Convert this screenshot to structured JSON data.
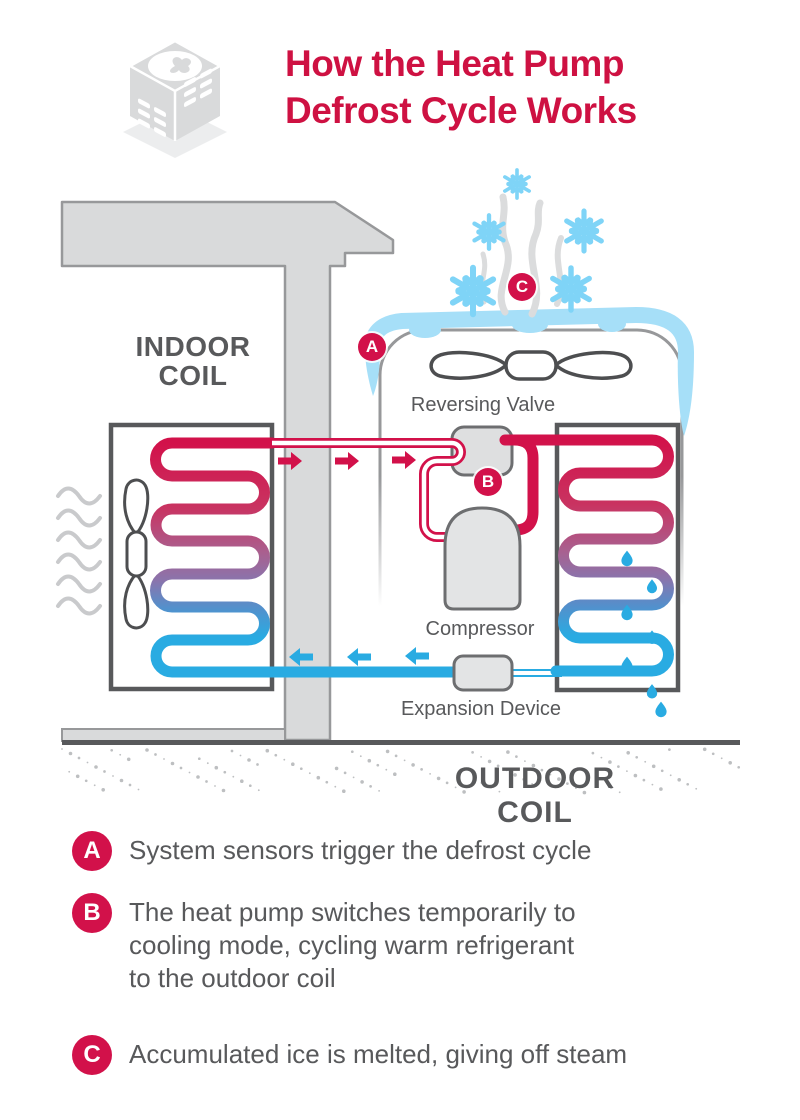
{
  "header": {
    "title_line1": "How the Heat Pump",
    "title_line2": "Defrost Cycle Works"
  },
  "diagram": {
    "indoor_label_1": "INDOOR",
    "indoor_label_2": "COIL",
    "outdoor_label": "OUTDOOR COIL",
    "reversing_valve": "Reversing Valve",
    "compressor": "Compressor",
    "expansion_device": "Expansion Device",
    "marker_a": "A",
    "marker_b": "B",
    "marker_c": "C"
  },
  "legend": {
    "items": [
      {
        "marker": "A",
        "lines": [
          "System sensors trigger the defrost cycle"
        ]
      },
      {
        "marker": "B",
        "lines": [
          "The heat pump switches temporarily to",
          "cooling mode, cycling warm refrigerant",
          "to the outdoor coil"
        ]
      },
      {
        "marker": "C",
        "lines": [
          "Accumulated ice is melted, giving off steam"
        ]
      }
    ]
  },
  "colors": {
    "crimson": "#D2114A",
    "title_red": "#CE1142",
    "refrigerant_blue": "#29ABE2",
    "ice_blue": "#A6DFF8",
    "snowflake_blue": "#7FD4F7",
    "dark_gray": "#58595B",
    "structure_gray": "#D9DADB"
  }
}
